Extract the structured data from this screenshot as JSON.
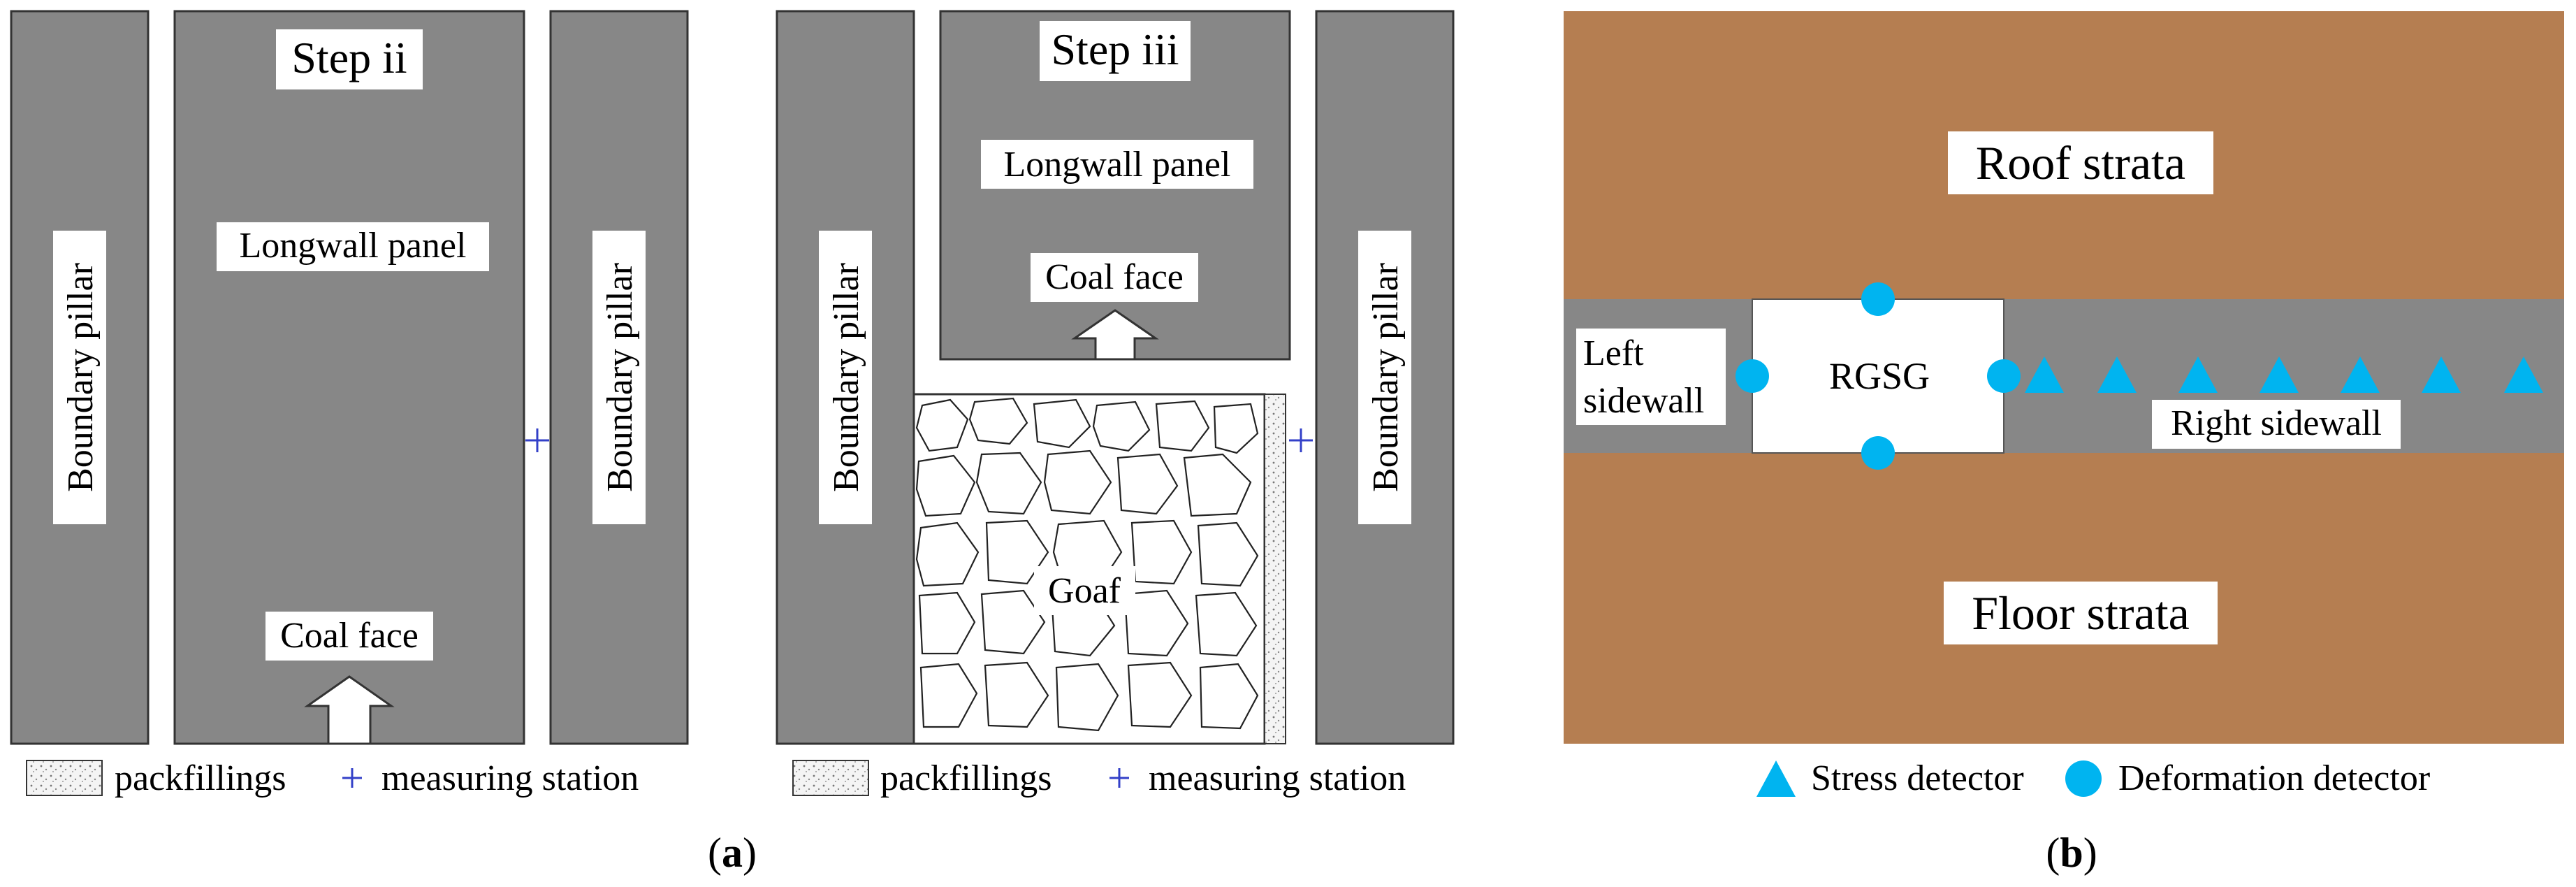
{
  "panel_a": {
    "step2": {
      "step_title": "Step ii",
      "panel_label": "Longwall panel",
      "coal_face": "Coal face",
      "left_pillar": "Boundary pillar",
      "right_pillar": "Boundary pillar"
    },
    "step3": {
      "step_title": "Step iii",
      "panel_label": "Longwall panel",
      "coal_face": "Coal face",
      "left_pillar": "Boundary pillar",
      "right_pillar": "Boundary pillar",
      "goaf": "Goaf"
    },
    "legend": {
      "packfillings": "packfillings",
      "measuring_station": "measuring station"
    },
    "caption_letter": "a"
  },
  "panel_b": {
    "roof": "Roof strata",
    "floor": "Floor strata",
    "rgsg": "RGSG",
    "left_sidewall_1": "Left",
    "left_sidewall_2": "sidewall",
    "right_sidewall": "Right sidewall",
    "legend": {
      "stress": "Stress detector",
      "deformation": "Deformation detector"
    },
    "caption_letter": "b"
  },
  "colors": {
    "rock_gray": "#878787",
    "strata_brown": "#b57e51",
    "detector_cyan": "#00b4f0",
    "station_blue": "#3340c8"
  }
}
